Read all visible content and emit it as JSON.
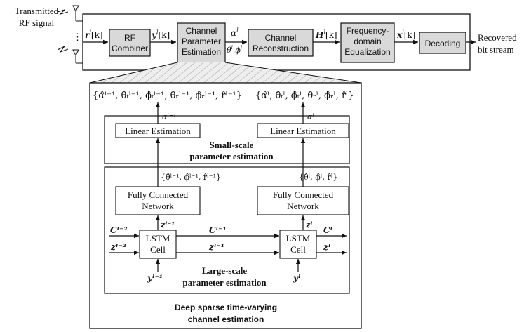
{
  "top": {
    "transmitted_l1": "Transmitted",
    "transmitted_l2": "RF signal",
    "recovered_l1": "Recovered",
    "recovered_l2": "bit stream",
    "ellipsis": "⋮",
    "blocks": {
      "rf_combiner": [
        "RF",
        "Combiner"
      ],
      "channel_param_est": [
        "Channel",
        "Parameter",
        "Estimation"
      ],
      "channel_recon": [
        "Channel",
        "Reconstruction"
      ],
      "freq_eq": [
        "Frequency-",
        "domain",
        "Equalization"
      ],
      "decoding": [
        "Decoding"
      ]
    },
    "signals": {
      "r_main": "r",
      "r_sup": "l",
      "r_arg": "[k]",
      "y_main": "y",
      "y_sup": "l",
      "y_arg": "[k]",
      "alpha_main": "α",
      "alpha_sup": "l",
      "theta_main": "θ",
      "theta_sup": "l",
      "comma": ",",
      "phi_main": "ϕ",
      "phi_sup": "l",
      "h_main": "H",
      "h_sup": "l",
      "h_arg": "[k]",
      "x_main": "x",
      "x_sup": "l",
      "x_arg": "[k]"
    }
  },
  "bottom": {
    "output_prev": "{α̂ˡ⁻¹, θ̂ₜˡ⁻¹, ϕ̂ₜˡ⁻¹, θ̂ᵣˡ⁻¹, ϕ̂ᵣˡ⁻¹, r̂ˡ⁻¹}",
    "output_curr": "{α̂ˡ, θ̂ₜˡ, ϕ̂ₜˡ, θ̂ᵣˡ, ϕ̂ᵣˡ, r̂ˡ}",
    "small_scale": {
      "linear_est_label": "Linear Estimation",
      "alpha_prev": "αˡ⁻¹",
      "alpha_curr": "αˡ",
      "caption_l1": "Small-scale",
      "caption_l2": "parameter estimation"
    },
    "large_scale": {
      "fc_label_l1": "Fully Connected",
      "fc_label_l2": "Network",
      "lstm_label_l1": "LSTM",
      "lstm_label_l2": "Cell",
      "set_prev": "{θ̂ˡ⁻¹, ϕ̂ˡ⁻¹, r̂ˡ⁻¹}",
      "set_curr": "{θ̂ˡ, ϕ̂ˡ, r̂ˡ}",
      "z_prev_up": "zˡ⁻¹",
      "z_curr_up": "zˡ",
      "c_in": "Cˡ⁻²",
      "z_in": "zˡ⁻²",
      "c_mid": "Cˡ⁻¹",
      "z_mid": "zˡ⁻¹",
      "c_out": "Cˡ",
      "z_out": "zˡ",
      "y_prev": "yˡ⁻¹",
      "y_curr": "yˡ",
      "caption_l1": "Large-scale",
      "caption_l2": "parameter estimation"
    },
    "caption_l1": "Deep sparse time-varying",
    "caption_l2": "channel estimation"
  }
}
